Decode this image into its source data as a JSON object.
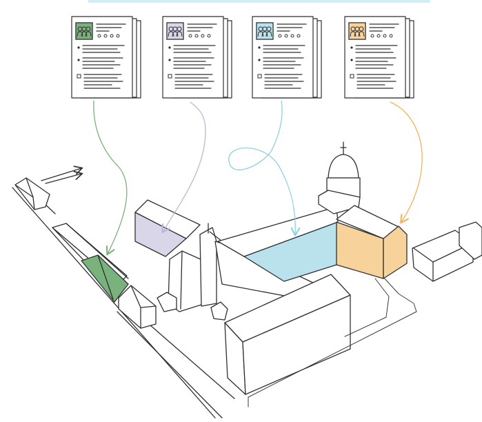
{
  "colors": {
    "header_bar": "#cfeef5",
    "green": "#79b27c",
    "lavender": "#d9d6ea",
    "blue": "#b9e2ec",
    "orange": "#f7d29a",
    "ink": "#2f2f2f"
  },
  "documents": [
    {
      "id": "doc-green",
      "accent": "green",
      "icon": "people-group-icon"
    },
    {
      "id": "doc-lavender",
      "accent": "lavender",
      "icon": "people-group-icon"
    },
    {
      "id": "doc-blue",
      "accent": "blue",
      "icon": "people-group-icon"
    },
    {
      "id": "doc-orange",
      "accent": "orange",
      "icon": "people-group-icon"
    }
  ],
  "highlighted_buildings": [
    {
      "accent": "green",
      "part": "long-wing-segment"
    },
    {
      "accent": "lavender",
      "part": "west-wing-gable-wall"
    },
    {
      "accent": "blue",
      "part": "central-courtyard-wing"
    },
    {
      "accent": "orange",
      "part": "east-wing"
    }
  ]
}
